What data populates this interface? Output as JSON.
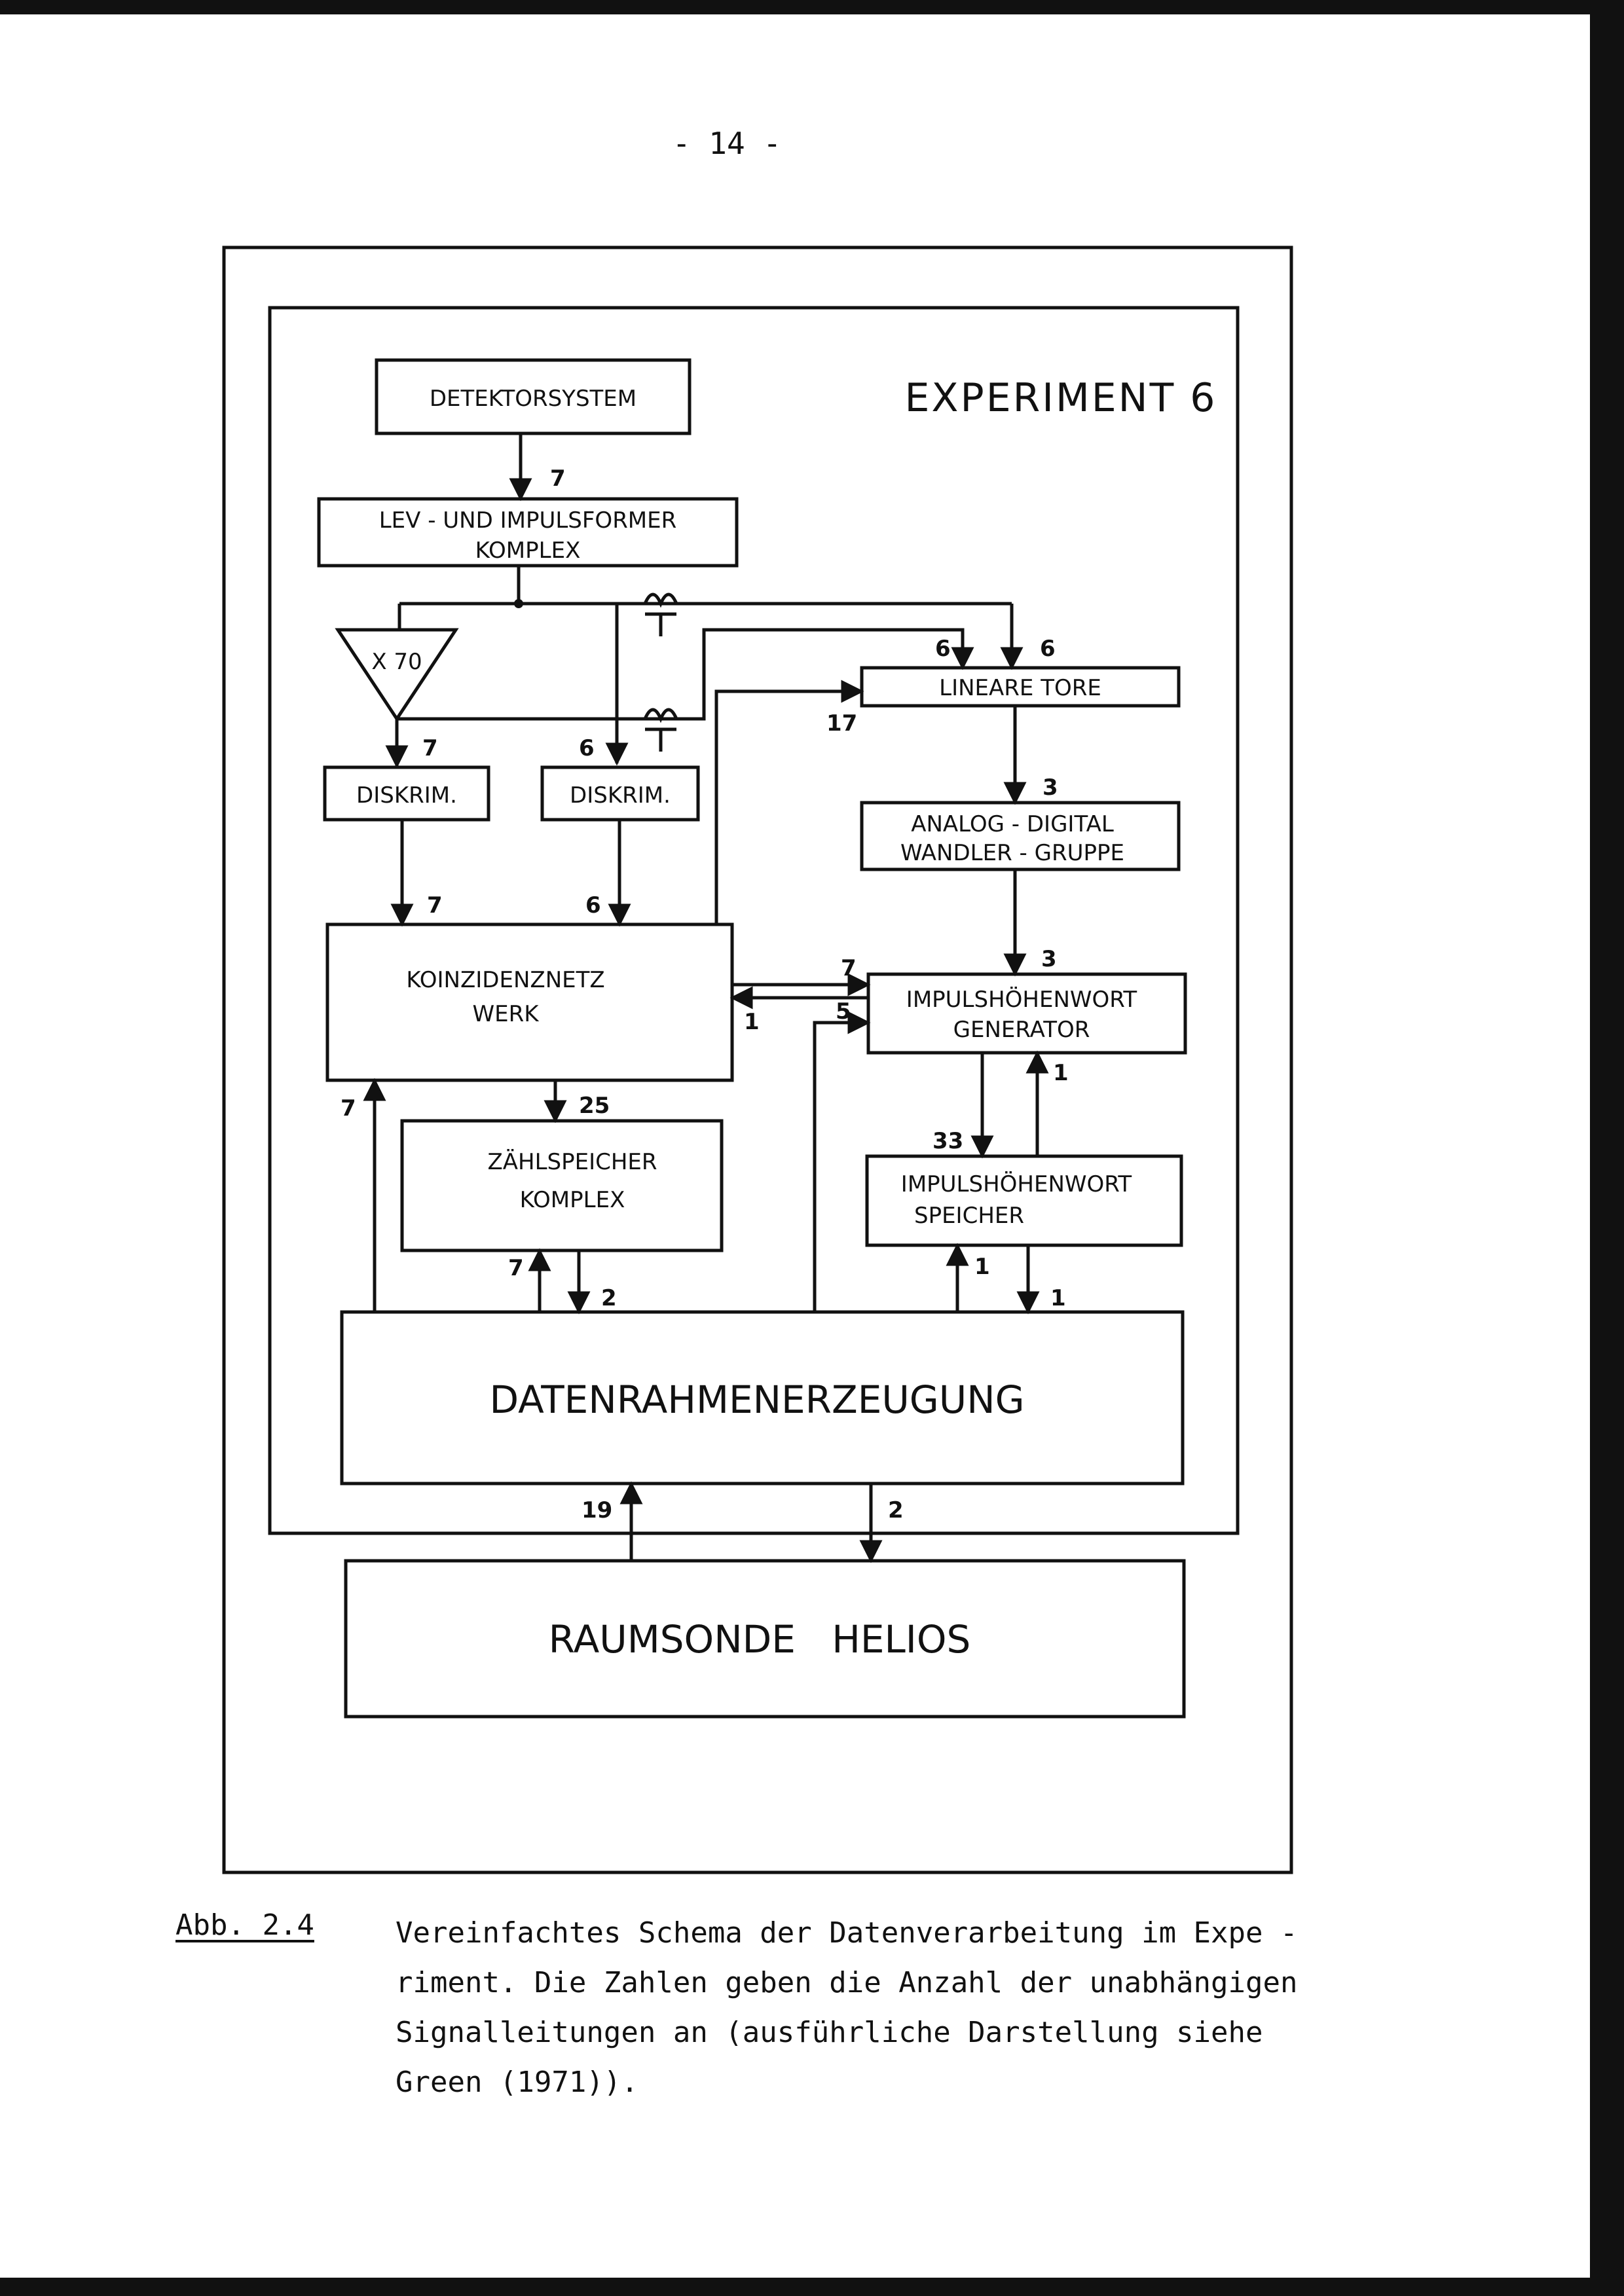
{
  "page": {
    "number": "- 14 -"
  },
  "diagram": {
    "title": "EXPERIMENT 6",
    "blocks": {
      "detektorsystem": "DETEKTORSYSTEM",
      "lev_line1": "LEV - UND  IMPULSFORMER",
      "lev_line2": "KOMPLEX",
      "amplifier": "X 70",
      "diskrim_1": "DISKRIM.",
      "diskrim_2": "DISKRIM.",
      "lineare_tore": "LINEARE  TORE",
      "adc_line1": "ANALOG - DIGITAL",
      "adc_line2": "WANDLER - GRUPPE",
      "koinz_line1": "KOINZIDENZNETZ",
      "koinz_line2": "WERK",
      "ihw_gen_line1": "IMPULSHÖHENWORT",
      "ihw_gen_line2": "GENERATOR",
      "zaehl_line1": "ZÄHLSPEICHER",
      "zaehl_line2": "KOMPLEX",
      "ihw_sp_line1": "IMPULSHÖHENWORT",
      "ihw_sp_line2": "SPEICHER",
      "datenrahmen": "DATENRAHMENERZEUGUNG",
      "raumsonde": "RAUMSONDE   HELIOS"
    },
    "signal_counts": {
      "det_to_lev": "7",
      "amp_to_diskrim1": "7",
      "lev_to_diskrim2": "6",
      "tore_in_a": "6",
      "tore_in_b": "6",
      "tore_gate": "17",
      "tore_to_adc": "3",
      "diskrim1_to_koinz": "7",
      "diskrim2_to_koinz": "6",
      "adc_to_gen": "3",
      "koinz_to_gen": "7",
      "gen_to_koinz": "1",
      "dr_to_gen": "5",
      "koinz_to_zaehl": "25",
      "dr_to_koinz": "7",
      "gen_to_speicher": "33",
      "speicher_to_gen": "1",
      "dr_to_zaehl": "7",
      "zaehl_to_dr": "2",
      "dr_to_speicher": "1",
      "speicher_to_dr": "1",
      "helios_to_dr": "19",
      "dr_to_helios": "2"
    }
  },
  "caption": {
    "label": "Abb. 2.4",
    "lines": [
      "Vereinfachtes Schema der Datenverarbeitung im Expe -",
      "riment. Die Zahlen geben die Anzahl der unabhängigen",
      "Signalleitungen an (ausführliche Darstellung siehe",
      "Green (1971))."
    ]
  }
}
